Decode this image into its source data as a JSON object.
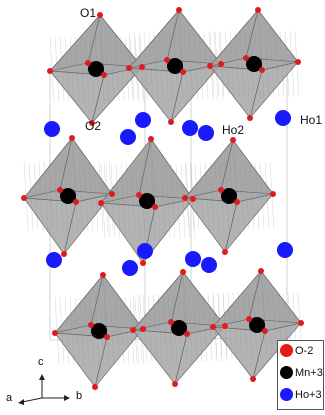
{
  "site_labels": {
    "o1": "O1",
    "o2": "O2",
    "ho2": "Ho2",
    "ho1": "Ho1"
  },
  "legend": [
    {
      "label": "O-2",
      "color": "#e31a1c",
      "name": "legend-oxygen"
    },
    {
      "label": "Mn+3",
      "color": "#000000",
      "name": "legend-manganese"
    },
    {
      "label": "Ho+3",
      "color": "#1a1aff",
      "name": "legend-holmium"
    }
  ],
  "axes": {
    "c": "c",
    "a": "a",
    "b": "b"
  },
  "colors": {
    "octahedron_fill": "#a6a6a6",
    "octahedron_edge": "#6b6b6b",
    "oxygen": "#e31a1c",
    "manganese": "#000000",
    "holmium": "#1a1aff"
  }
}
